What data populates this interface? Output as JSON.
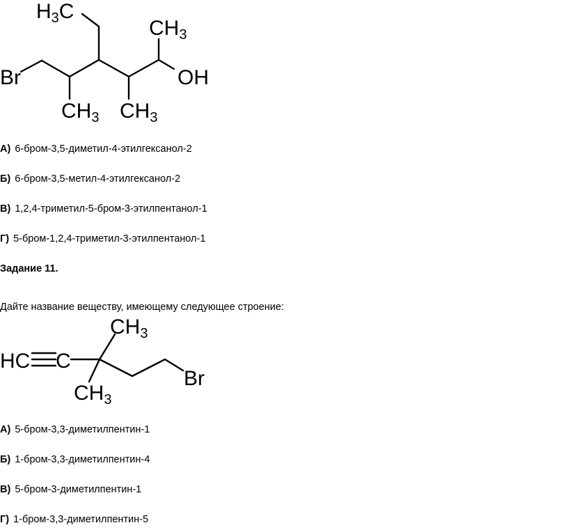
{
  "q10": {
    "structure": {
      "labels": {
        "h3c": "H",
        "h3c_c": "C",
        "sub3": "3",
        "ch3_top_c": "CH",
        "br": "Br",
        "oh": "OH",
        "ch3_left": "CH",
        "ch3_right": "CH"
      }
    },
    "options": [
      {
        "label": "А)",
        "text": "6-бром-3,5-диметил-4-этилгексанол-2"
      },
      {
        "label": "Б)",
        "text": "6-бром-3,5-метил-4-этилгексанол-2"
      },
      {
        "label": "В)",
        "text": "1,2,4-триметил-5-бром-3-этилпентанол-1"
      },
      {
        "label": "Г)",
        "text": "5-бром-1,2,4-триметил-3-этилпентанол-1"
      }
    ]
  },
  "q11": {
    "title": "Задание 11.",
    "prompt": "Дайте название веществу, имеющему следующее строение:",
    "structure": {
      "labels": {
        "hc": "HC",
        "c": "C",
        "ch3_top": "CH",
        "ch3_bottom": "CH",
        "br": "Br",
        "sub3": "3"
      }
    },
    "options": [
      {
        "label": "А)",
        "text": "5-бром-3,3-диметилпентин-1"
      },
      {
        "label": "Б)",
        "text": "1-бром-3,3-диметилпентин-4"
      },
      {
        "label": "В)",
        "text": "5-бром-3-диметилпентин-1"
      },
      {
        "label": "Г)",
        "text": "1-бром-3,3-диметилпентин-5"
      }
    ]
  }
}
